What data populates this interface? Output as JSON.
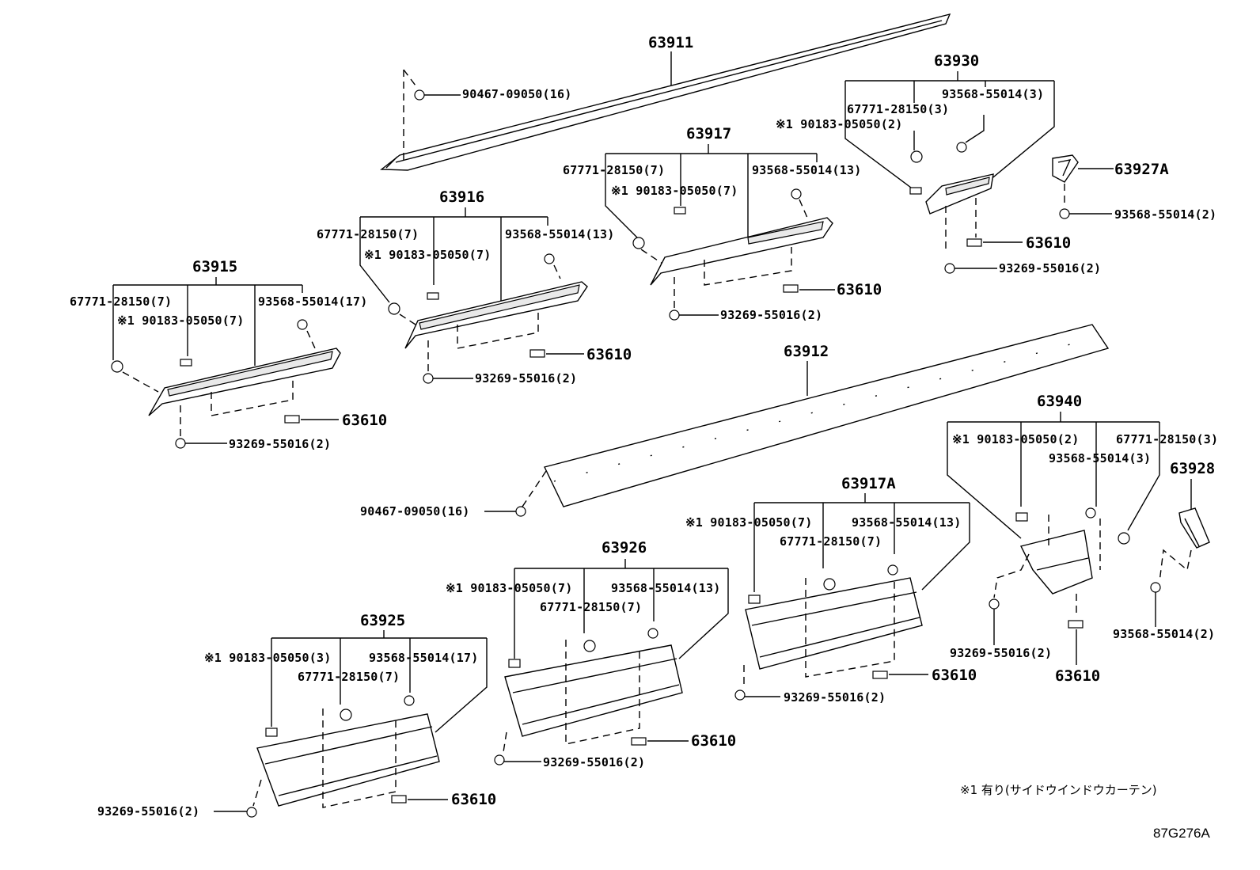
{
  "diagram_code": "87G276A",
  "note": "※1 有り(サイドウインドウカーテン)",
  "labels": {
    "l63911": "63911",
    "l63930": "63930",
    "l63917": "63917",
    "l63916": "63916",
    "l63915": "63915",
    "l63912": "63912",
    "l63940": "63940",
    "l63917A": "63917A",
    "l63926": "63926",
    "l63925": "63925",
    "l63927A": "63927A",
    "l63928": "63928",
    "c63610": "63610",
    "r90467a": "90467-09050(16)",
    "r90467b": "90467-09050(16)",
    "r67771_7": "67771-28150(7)",
    "r67771_3": "67771-28150(3)",
    "r93568_13": "93568-55014(13)",
    "r93568_17": "93568-55014(17)",
    "r93568_3": "93568-55014(3)",
    "r93568_2": "93568-55014(2)",
    "r90183_7": "※1 90183-05050(7)",
    "r90183_2": "※1 90183-05050(2)",
    "r90183_3": "※1 90183-05050(3)",
    "r93269_2": "93269-55016(2)"
  }
}
